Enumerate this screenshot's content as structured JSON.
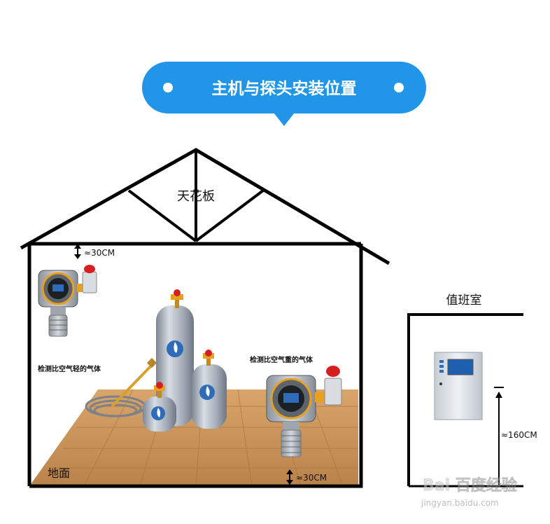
{
  "banner": {
    "title": "主机与探头安装位置"
  },
  "labels": {
    "ceiling": "天花板",
    "floor": "地面",
    "top_gap": "≈30CM",
    "bottom_gap": "≈30CM",
    "light_gas": "检测比空气轻的气体",
    "heavy_gas": "检测比空气重的气体",
    "duty_room": "值班室",
    "controller_height": "≈160CM"
  },
  "watermark": {
    "logo": "Bai  百度经验",
    "url": "jingyan.baidu.com"
  },
  "colors": {
    "banner": "#2196e8",
    "outline": "#000000",
    "floor": "#c98f55",
    "cylinder": "#9aa4b0",
    "valve": "#e8a020",
    "alarm": "#d62020"
  }
}
